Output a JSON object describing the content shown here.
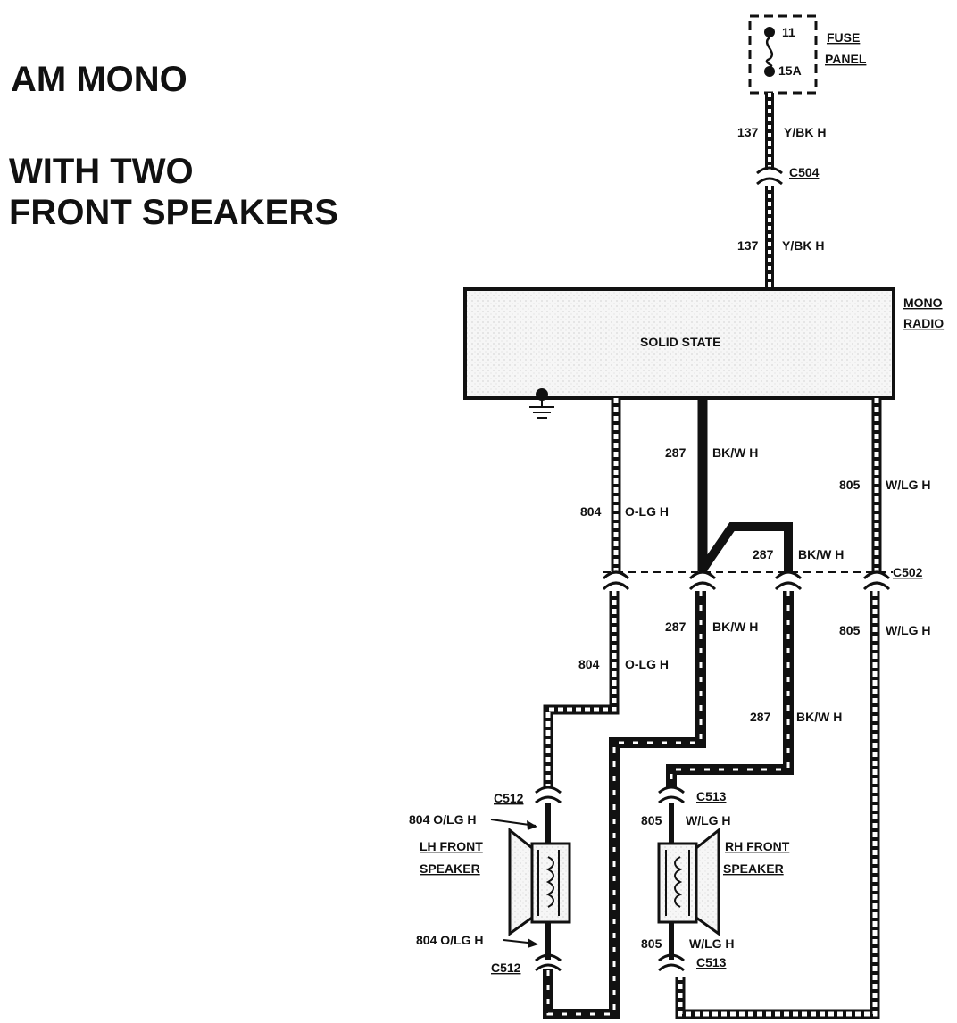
{
  "title": {
    "line1": "AM MONO",
    "line2": "WITH TWO",
    "line3": "FRONT SPEAKERS"
  },
  "fuse_panel": {
    "label_line1": "FUSE",
    "label_line2": "PANEL",
    "fuse_number": "11",
    "fuse_rating": "15A"
  },
  "radio": {
    "label_line1": "MONO",
    "label_line2": "RADIO",
    "inner_text": "SOLID STATE"
  },
  "connectors": {
    "c504": "C504",
    "c502": "C502",
    "c512_top": "C512",
    "c512_bottom": "C512",
    "c513_top": "C513",
    "c513_bottom": "C513"
  },
  "wires": {
    "w137_top": {
      "circuit": "137",
      "color": "Y/BK H"
    },
    "w137_bottom": {
      "circuit": "137",
      "color": "Y/BK H"
    },
    "w287_upper": {
      "circuit": "287",
      "color": "BK/W H"
    },
    "w287_jumper": {
      "circuit": "287",
      "color": "BK/W H"
    },
    "w287_lower_left": {
      "circuit": "287",
      "color": "BK/W H"
    },
    "w287_lower_right": {
      "circuit": "287",
      "color": "BK/W H"
    },
    "w804_upper": {
      "circuit": "804",
      "color": "O-LG H"
    },
    "w804_lower": {
      "circuit": "804",
      "color": "O-LG H"
    },
    "w805_upper": {
      "circuit": "805",
      "color": "W/LG H"
    },
    "w805_lower": {
      "circuit": "805",
      "color": "W/LG H"
    },
    "lh_top_pin": "804 O/LG H",
    "lh_bottom_pin": "804 O/LG H",
    "rh_top_circuit": "805",
    "rh_top_color": "W/LG H",
    "rh_bottom_circuit": "805",
    "rh_bottom_color": "W/LG H"
  },
  "speakers": {
    "lh_line1": "LH FRONT",
    "lh_line2": "SPEAKER",
    "rh_line1": "RH FRONT",
    "rh_line2": "SPEAKER"
  },
  "colors": {
    "ink": "#111111",
    "background": "#ffffff",
    "box_fill": "#f4f4f4"
  },
  "icons": {
    "ground": "ground-icon",
    "fuse": "fuse-icon",
    "speaker": "speaker-icon",
    "connector": "connector-icon"
  }
}
